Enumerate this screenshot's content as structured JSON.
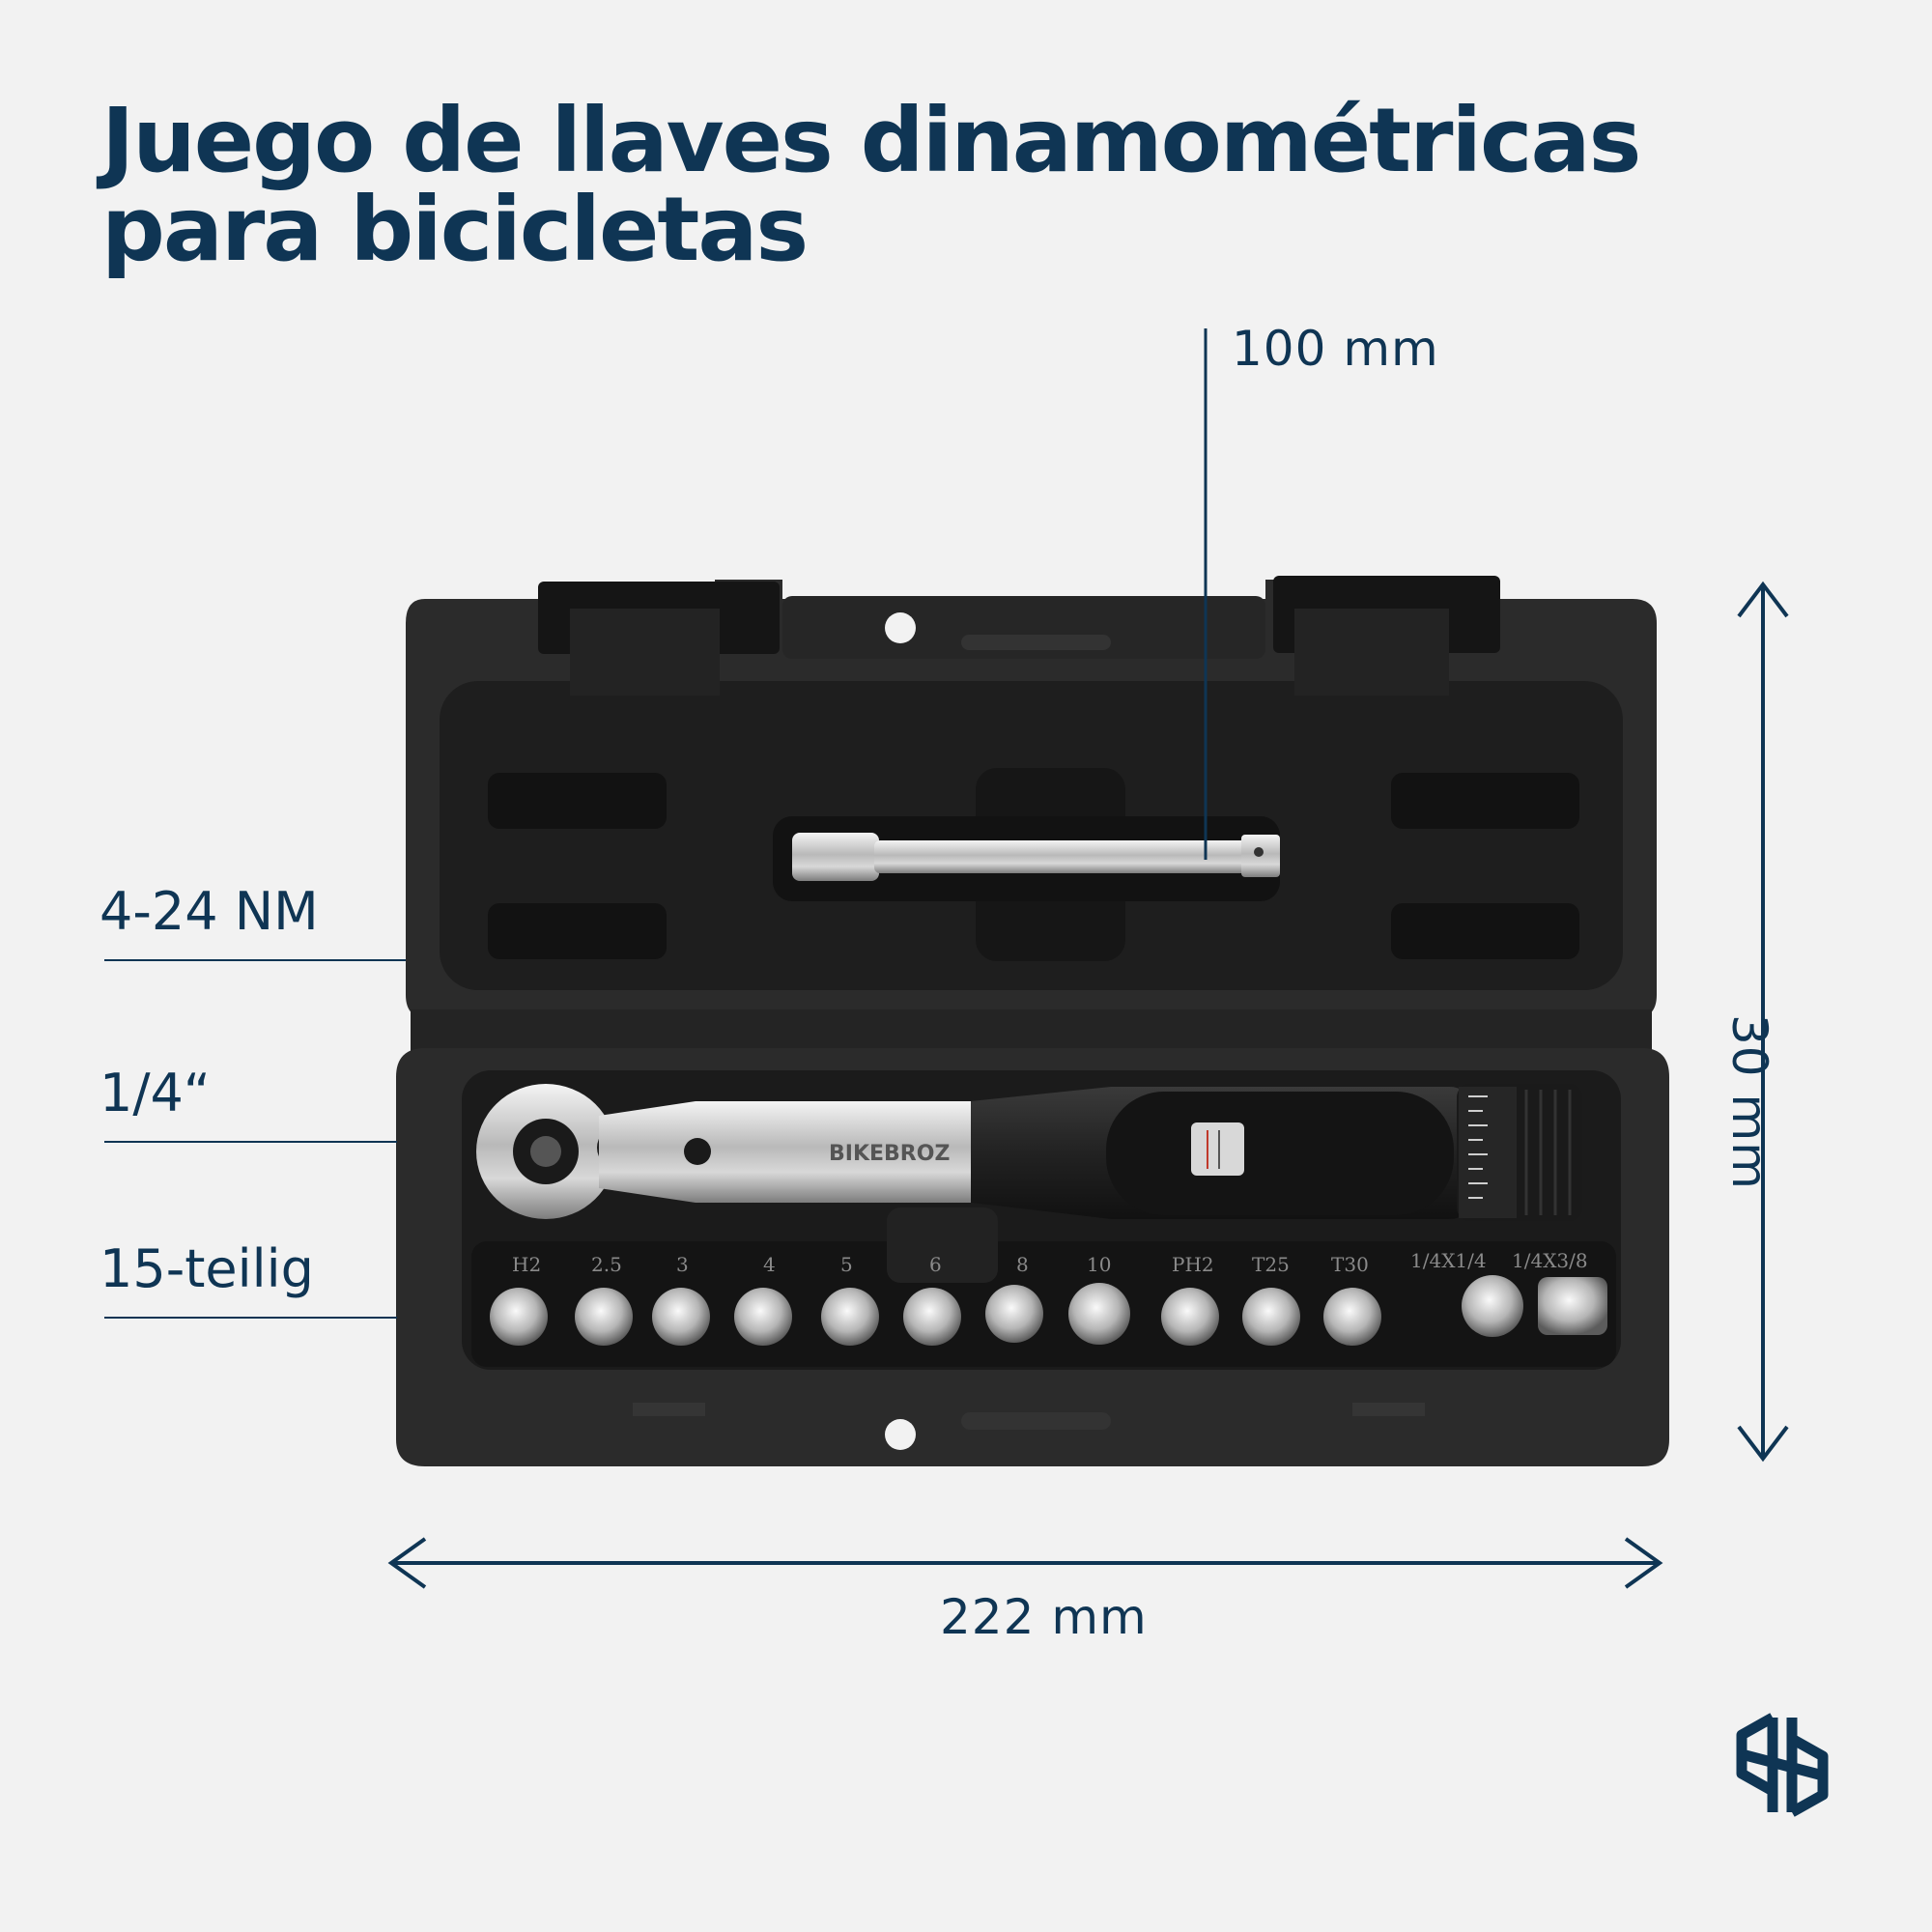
{
  "title": {
    "line1": "Juego de llaves dinamométricas",
    "line2": "para bicicletas"
  },
  "dimensions": {
    "extension_length": "100 mm",
    "case_height": "30 mm",
    "case_width": "222 mm"
  },
  "specs": {
    "torque_range": "4-24 NM",
    "drive_size": "1/4“",
    "piece_count": "15-teilig"
  },
  "product": {
    "brand": "BIKEBROZ",
    "bit_labels": [
      "H2",
      "2.5",
      "3",
      "4",
      "5",
      "6",
      "8",
      "10",
      "PH2",
      "T25",
      "T30",
      "1/4X1/4",
      "1/4X3/8"
    ]
  },
  "colors": {
    "brand_navy": "#0f3554",
    "background": "#f2f2f2",
    "case_black": "#2a2a2a"
  }
}
